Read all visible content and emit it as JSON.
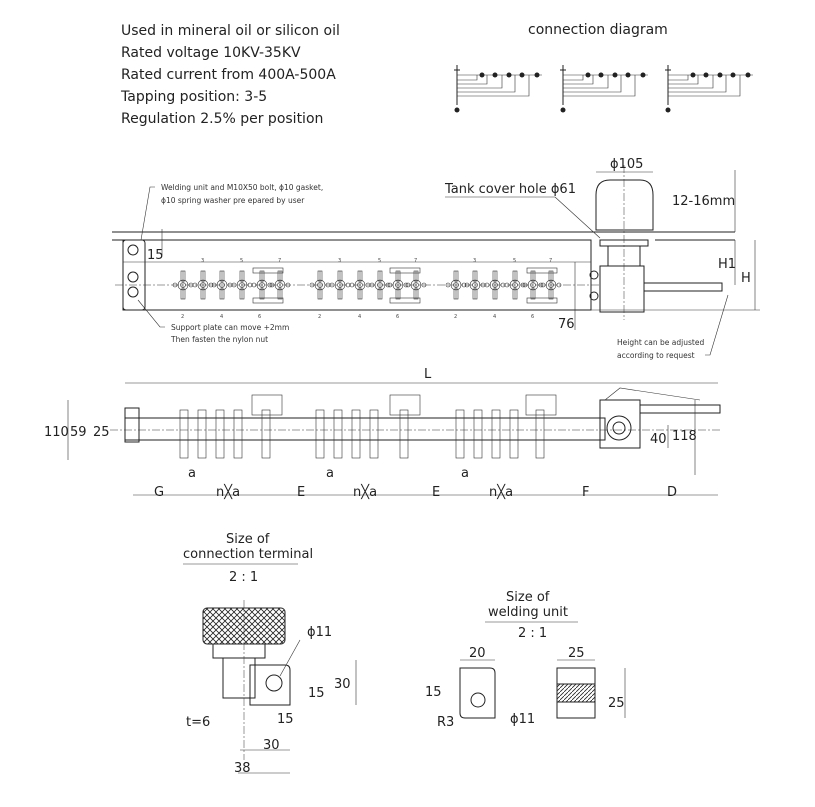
{
  "specs": [
    "Used in mineral oil or silicon oil",
    "Rated voltage 10KV-35KV",
    "Rated current from 400A-500A",
    "Tapping position: 3-5",
    "Regulation 2.5% per position"
  ],
  "connection_diagram": {
    "title": "connection diagram"
  },
  "side_view": {
    "note_welding_1": "Welding unit and M10X50 bolt, ϕ10 gasket,",
    "note_welding_2": "ϕ10 spring washer pre epared by user",
    "note_support_1": "Support plate can move +2mm",
    "note_support_2": "Then fasten the nylon nut",
    "note_height_1": "Height can be adjusted",
    "note_height_2": "according to request",
    "tank_cover_hole": "Tank cover hole ϕ61",
    "phi105": "ϕ105",
    "gap": "12-16mm",
    "dim_15": "15",
    "dim_76": "76",
    "H1": "H1",
    "H": "H",
    "tap_top": [
      "3",
      "5",
      "7"
    ],
    "tap_bottom": [
      "2",
      "4",
      "6"
    ]
  },
  "top_view": {
    "L": "L",
    "d110": "110",
    "d59": "59",
    "d25": "25",
    "d40": "40",
    "d118": "118",
    "a": "a",
    "G": "G",
    "nxa": "n╳a",
    "E": "E",
    "F": "F",
    "D": "D"
  },
  "terminal": {
    "title1": "Size of",
    "title2": "connection terminal",
    "scale": "2 : 1",
    "phi11": "ϕ11",
    "d30v": "30",
    "d15v": "15",
    "d15h": "15",
    "t": "t=6",
    "d30h": "30",
    "d38": "38"
  },
  "welding": {
    "title1": "Size of",
    "title2": "welding unit",
    "scale": "2 : 1",
    "d20": "20",
    "d15": "15",
    "R3": "R3",
    "phi11": "ϕ11",
    "d25h": "25",
    "d25v": "25"
  }
}
